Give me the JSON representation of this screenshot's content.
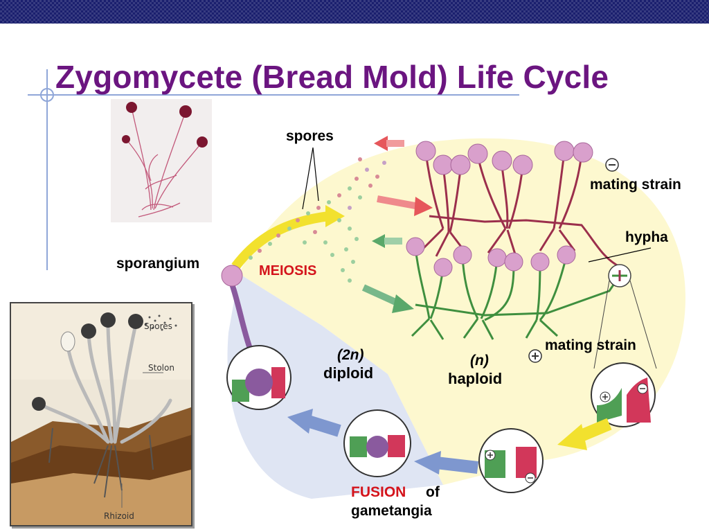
{
  "slide": {
    "title": "Zygomycete (Bread Mold) Life Cycle"
  },
  "labels": {
    "spores": "spores",
    "mating_strain_minus": "mating strain",
    "hypha": "hypha",
    "sporangium": "sporangium",
    "meiosis": "MEIOSIS",
    "mating_strain_plus": "mating strain",
    "diploid_ploidy": "(2n)",
    "diploid": "diploid",
    "haploid_ploidy": "(n)",
    "haploid": "haploid",
    "fusion": "FUSION",
    "of": "of",
    "gametangia": "gametangia"
  },
  "illustration_labels": {
    "spores": "Spores",
    "stolon": "Stolon",
    "rhizoid": "Rhizoid"
  },
  "symbols": {
    "minus": "−",
    "plus": "+"
  },
  "colors": {
    "title": "#6b1580",
    "accent_red": "#d4141c",
    "top_bar": "#1a1f6e"
  }
}
